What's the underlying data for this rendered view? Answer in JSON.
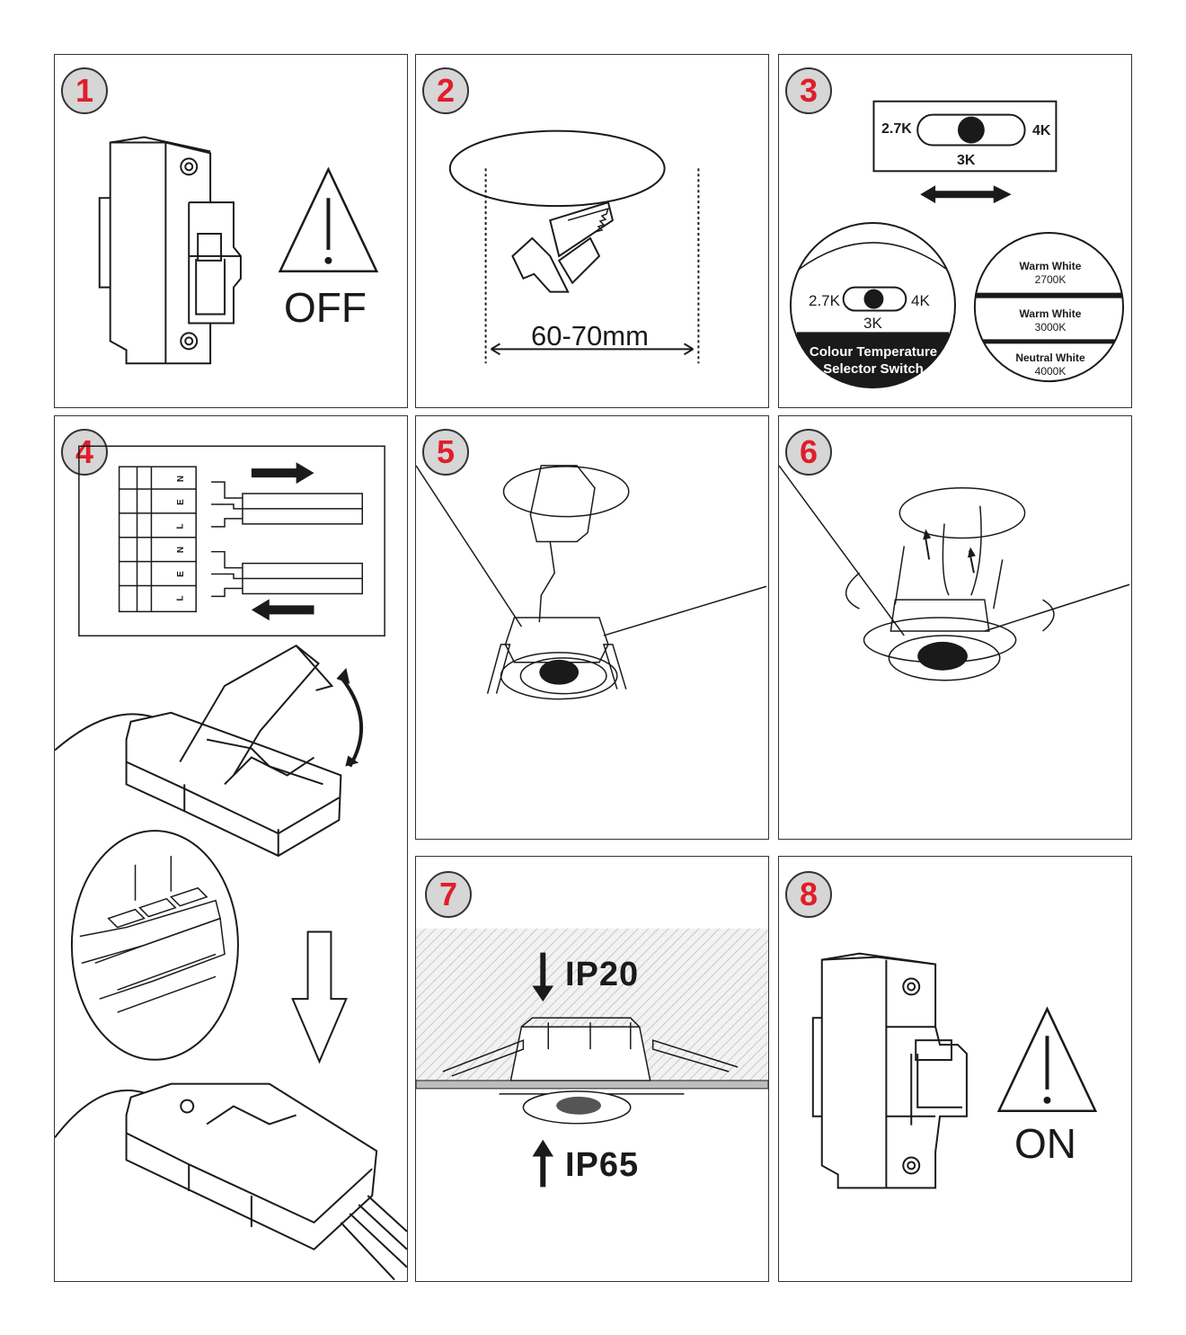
{
  "steps": [
    {
      "number": "1",
      "label": "OFF"
    },
    {
      "number": "2",
      "dimension": "60-70mm"
    },
    {
      "number": "3",
      "switch_top": {
        "left": "2.7K",
        "right": "4K",
        "center": "3K"
      },
      "switch_detail": {
        "left": "2.7K",
        "right": "4K",
        "center": "3K",
        "caption_line1": "Colour Temperature",
        "caption_line2": "Selector Switch"
      },
      "temps": [
        {
          "name": "Warm White",
          "value": "2700K"
        },
        {
          "name": "Warm White",
          "value": "3000K"
        },
        {
          "name": "Neutral White",
          "value": "4000K"
        }
      ]
    },
    {
      "number": "4",
      "terminals": [
        "N",
        "E",
        "L",
        "N",
        "E",
        "L"
      ]
    },
    {
      "number": "5"
    },
    {
      "number": "6"
    },
    {
      "number": "7",
      "top_rating": "IP20",
      "bottom_rating": "IP65"
    },
    {
      "number": "8",
      "label": "ON"
    }
  ],
  "colors": {
    "badge_number": "#e01e2a",
    "badge_fill": "#d6d6d6",
    "line": "#1a1a1a"
  }
}
